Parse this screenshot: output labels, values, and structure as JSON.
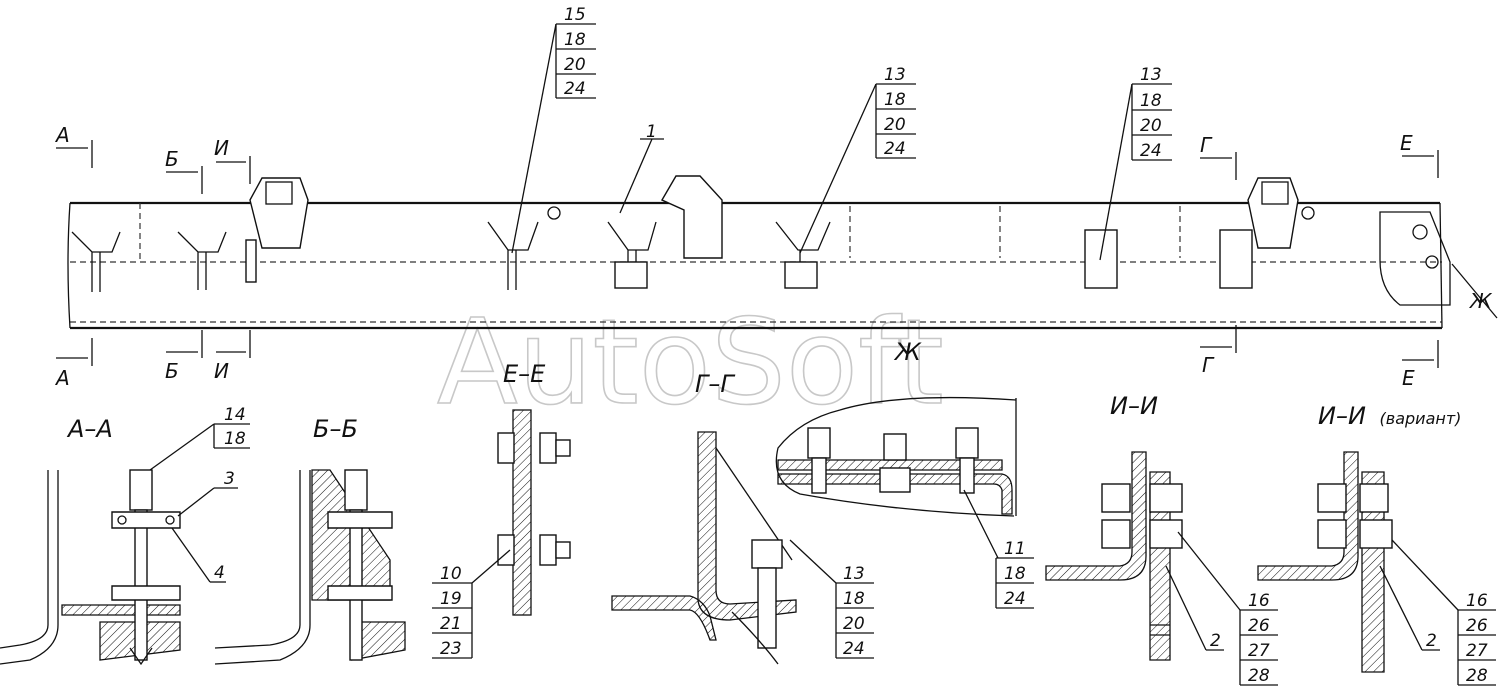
{
  "watermark": "AutoSoft",
  "part_ref": "1",
  "sections": {
    "aa": "А–А",
    "bb": "Б–Б",
    "ee": "Е–Е",
    "gg": "Г–Г",
    "zh": "Ж",
    "ii": "И–И",
    "ii_variant": "И–И",
    "variant_note": "(вариант)"
  },
  "cut_markers": {
    "a": "А",
    "b": "Б",
    "i": "И",
    "g": "Г",
    "e": "Е",
    "zh": "Ж"
  },
  "callouts": {
    "top_15": [
      "15",
      "18",
      "20",
      "24"
    ],
    "top_13_mid": [
      "13",
      "18",
      "20",
      "24"
    ],
    "top_13_right": [
      "13",
      "18",
      "20",
      "24"
    ],
    "aa_14": [
      "14",
      "18"
    ],
    "aa_3": "3",
    "aa_4": "4",
    "ee_10": [
      "10",
      "19",
      "21",
      "23"
    ],
    "gg_13": [
      "13",
      "18",
      "20",
      "24"
    ],
    "zh_11": [
      "11",
      "18",
      "24"
    ],
    "ii_16": [
      "16",
      "26",
      "27",
      "28"
    ],
    "ii_2": "2",
    "iiv_16": [
      "16",
      "26",
      "27",
      "28"
    ],
    "iiv_2": "2"
  }
}
